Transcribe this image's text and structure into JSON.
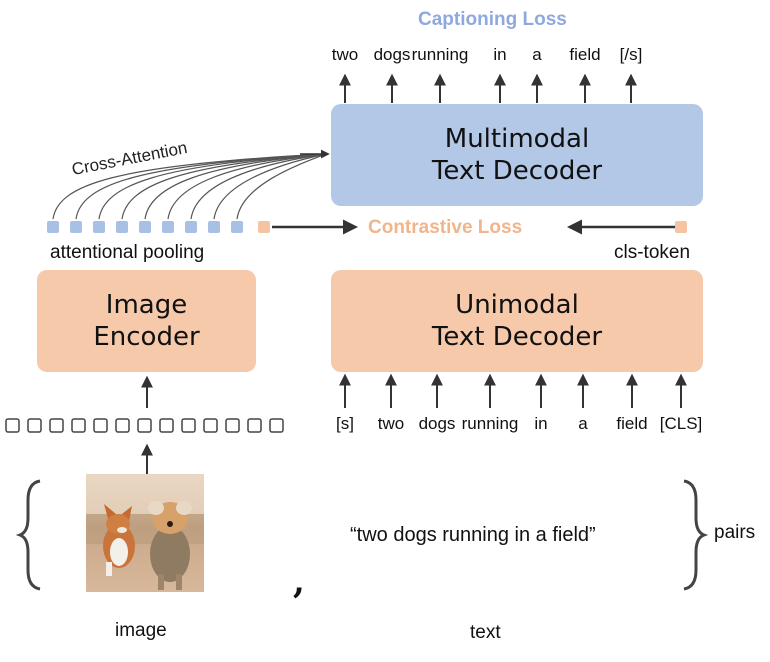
{
  "captioning_loss": {
    "label": "Captioning Loss",
    "color": "#8fa9de",
    "output_tokens": [
      "two",
      "dogs",
      "running",
      "in",
      "a",
      "field",
      "[/s]"
    ]
  },
  "multimodal_decoder": {
    "line1": "Multimodal",
    "line2": "Text Decoder",
    "color": "#b3c7e6"
  },
  "cross_attention": {
    "label": "Cross-Attention"
  },
  "contrastive_loss": {
    "label": "Contrastive Loss",
    "color": "#f2b48b"
  },
  "attentional_pooling": {
    "label": "attentional pooling",
    "blue_token_count": 9,
    "token_color": "#a9c0e6",
    "cls_token_color": "#f6c4a3"
  },
  "cls_token": {
    "label": "cls-token"
  },
  "image_encoder": {
    "line1": "Image",
    "line2": "Encoder",
    "color": "#f6c9ab"
  },
  "unimodal_decoder": {
    "line1": "Unimodal",
    "line2": "Text Decoder",
    "color": "#f6c9ab"
  },
  "input_tokens": [
    "[s]",
    "two",
    "dogs",
    "running",
    "in",
    "a",
    "field",
    "[CLS]"
  ],
  "image_patches": {
    "count": 13
  },
  "pair": {
    "image_caption": "image",
    "text_caption": "text",
    "text_value": "“two dogs running in a field”",
    "separator": ",",
    "pairs_label": "pairs",
    "image_alt": "two dogs running in a field photo"
  }
}
